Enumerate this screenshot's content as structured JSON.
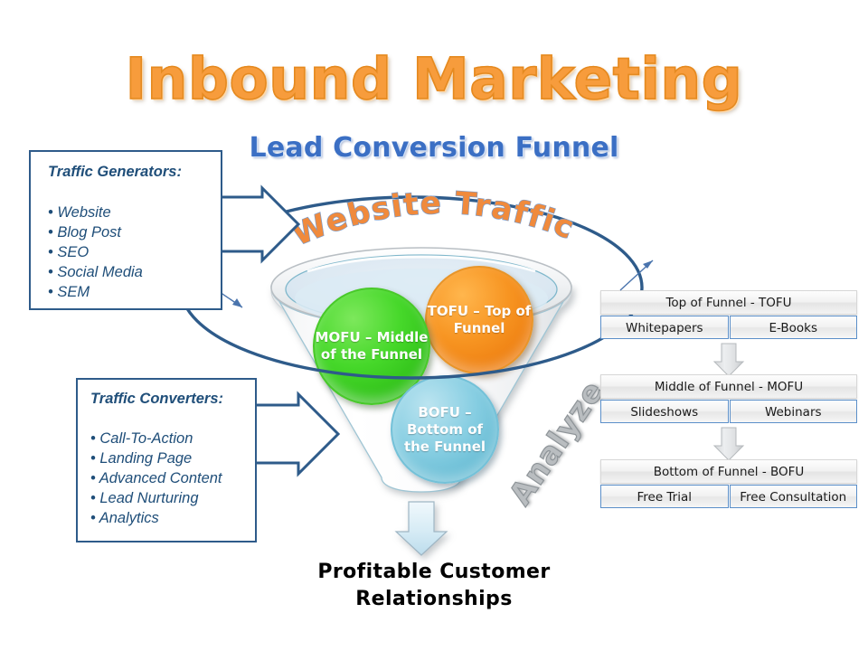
{
  "titles": {
    "main": "Inbound Marketing",
    "subtitle": "Lead Conversion Funnel",
    "funnel_label": "Website Traffic",
    "analyze_label": "Analyze",
    "bottom_caption_line1": "Profitable  Customer",
    "bottom_caption_line2": "Relationships"
  },
  "colors": {
    "title_orange": "#F79C3C",
    "subtitle_blue": "#3B6FC4",
    "box_border_blue": "#2E5B8A",
    "box_text_blue": "#1F4E79",
    "mofu_green": "#46D82A",
    "tofu_orange": "#F79421",
    "bofu_blue": "#87CEE2",
    "ring_navy": "#2E5B8A",
    "analyze_gray": "#B9BDC0",
    "cell_border_blue": "#5B8FC9"
  },
  "boxes": {
    "generators": {
      "title": "Traffic Generators:",
      "items": [
        "Website",
        "Blog Post",
        "SEO",
        "Social Media",
        "SEM"
      ]
    },
    "converters": {
      "title": "Traffic Converters:",
      "items": [
        "Call-To-Action",
        "Landing Page",
        "Advanced Content",
        "Lead Nurturing",
        "Analytics"
      ]
    }
  },
  "bubbles": {
    "mofu": "MOFU – Middle of the Funnel",
    "tofu": "TOFU – Top of Funnel",
    "bofu": "BOFU – Bottom of the Funnel"
  },
  "stages": [
    {
      "id": "tofu",
      "header": "Top of Funnel - TOFU",
      "cells": [
        "Whitepapers",
        "E-Books"
      ]
    },
    {
      "id": "mofu",
      "header": "Middle of Funnel - MOFU",
      "cells": [
        "Slideshows",
        "Webinars"
      ]
    },
    {
      "id": "bofu",
      "header": "Bottom of Funnel - BOFU",
      "cells": [
        "Free Trial",
        "Free Consultation"
      ]
    }
  ],
  "icons": {
    "big_block_arrow_top": "block-arrow-right-icon",
    "big_block_arrow_bottom": "block-arrow-right-icon",
    "thin_arrow_left": "thin-arrow-icon",
    "thin_arrow_right": "thin-arrow-icon",
    "ring_arrow": "circular-arrow-icon",
    "stage_down_arrow": "down-arrow-icon",
    "funnel_out_arrow": "down-arrow-icon"
  }
}
